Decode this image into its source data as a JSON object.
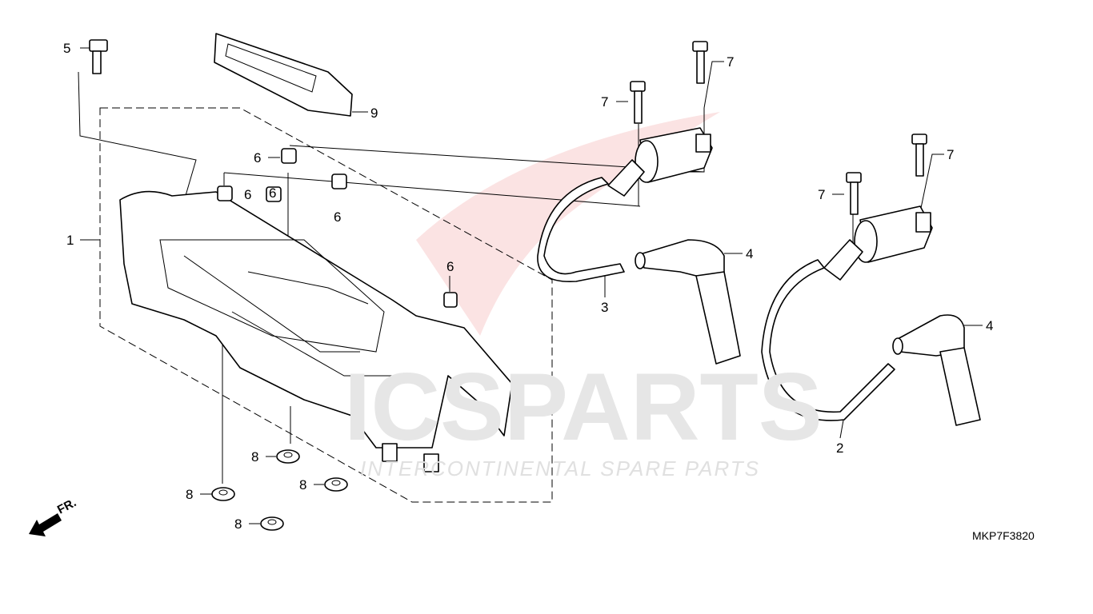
{
  "watermark": {
    "logo_text": "ICSPARTS",
    "tagline": "INTERCONTINENTAL SPARE PARTS",
    "accent_color": "#e94a4a"
  },
  "diagram_code": "MKP7F3820",
  "front_indicator": "FR.",
  "callouts": [
    "5",
    "9",
    "6",
    "6",
    "6",
    "6",
    "6",
    "1",
    "7",
    "7",
    "7",
    "7",
    "4",
    "4",
    "3",
    "2",
    "8",
    "8",
    "8",
    "8"
  ]
}
